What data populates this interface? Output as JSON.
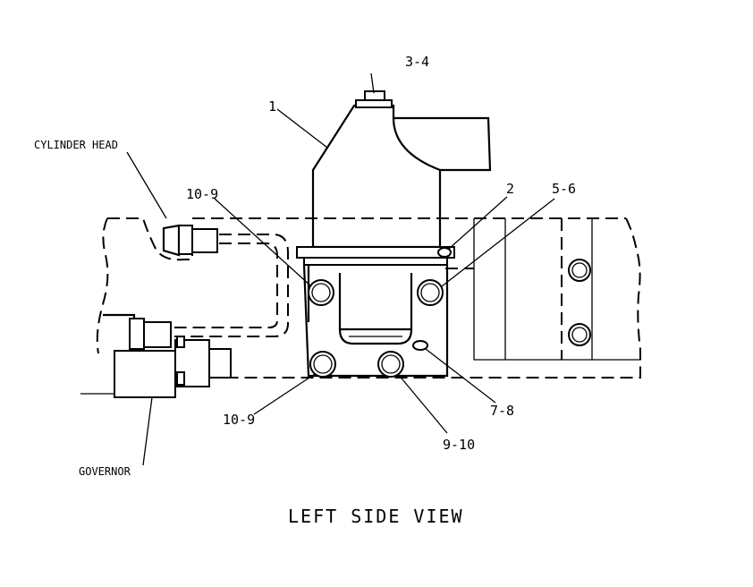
{
  "labels": {
    "cylinder_head": "CYLINDER HEAD",
    "governor": "GOVERNOR",
    "callout_1": "1",
    "callout_2": "2",
    "callout_3_4": "3-4",
    "callout_5_6": "5-6",
    "callout_7_8": "7-8",
    "callout_9_10": "9-10",
    "callout_10_9_top": "10-9",
    "callout_10_9_bottom": "10-9",
    "view_title": "LEFT SIDE VIEW"
  }
}
